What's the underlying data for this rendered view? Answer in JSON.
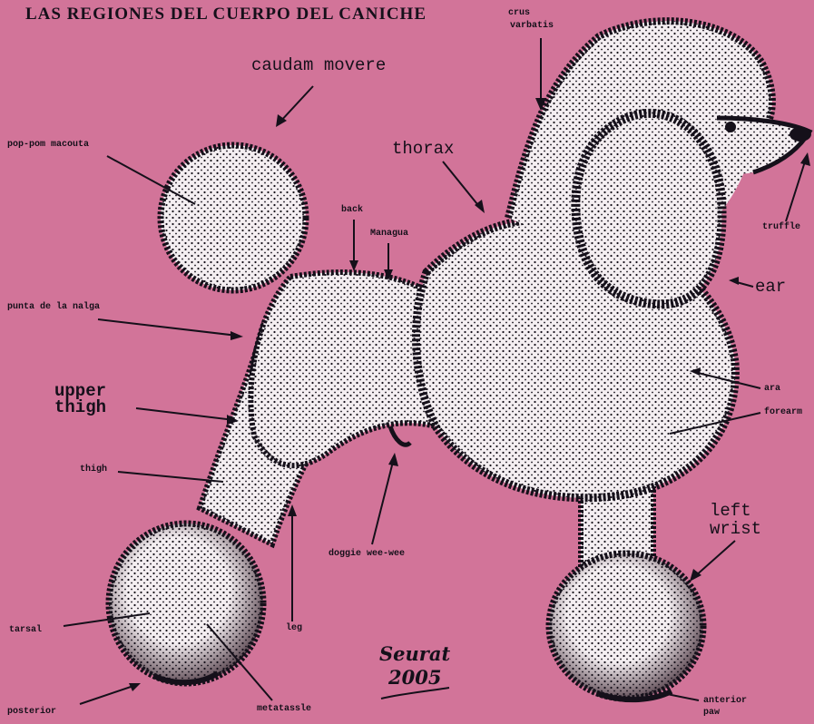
{
  "title": "LAS REGIONES DEL CUERPO DEL CANICHE",
  "signature": {
    "name": "Seurat",
    "year": "2005"
  },
  "labels": {
    "crus_varbatis_1": "crus",
    "crus_varbatis_2": "varbatis",
    "caudam_movere": "caudam movere",
    "pop_pom_macouta": "pop-pom macouta",
    "thorax": "thorax",
    "truffle": "truffle",
    "back": "back",
    "managua": "Managua",
    "ear": "ear",
    "punta_de_la_nalga": "punta de la nalga",
    "upper_thigh_1": "upper",
    "upper_thigh_2": "thigh",
    "ara": "ara",
    "forearm": "forearm",
    "thigh": "thigh",
    "left_wrist_1": "left",
    "left_wrist_2": "wrist",
    "doggie_wee_wee": "doggie wee-wee",
    "tarsal": "tarsal",
    "leg": "leg",
    "posterior_paw": "posterior",
    "metatassle": "metatassle",
    "anterior_paw_1": "anterior",
    "anterior_paw_2": "paw"
  },
  "colors": {
    "background": "#d27499",
    "ink": "#15101a",
    "body": "#f4eef1"
  }
}
